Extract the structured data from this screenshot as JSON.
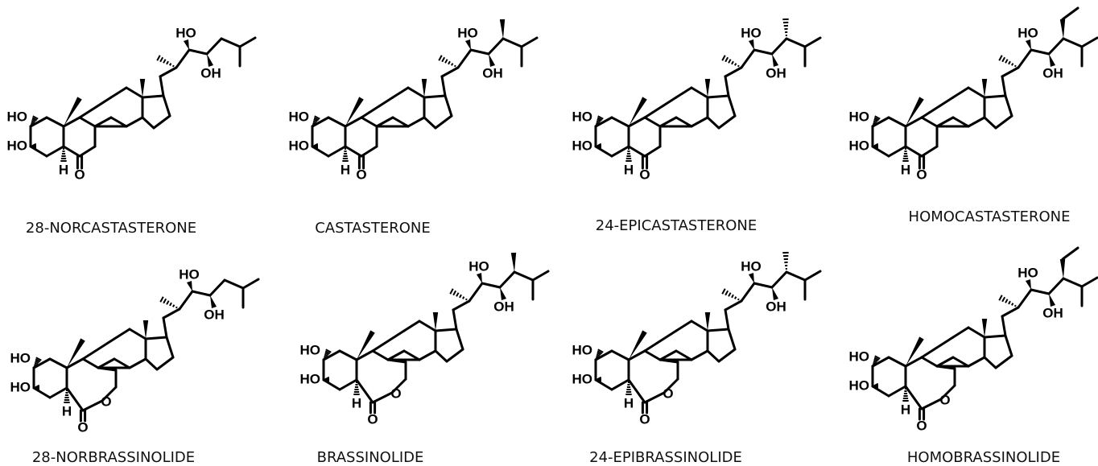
{
  "compounds": [
    {
      "name": "28-NORCASTASTERONE",
      "ring_b": "ketone",
      "side_chain": "nor"
    },
    {
      "name": "CASTASTERONE",
      "ring_b": "ketone",
      "side_chain": "methyl"
    },
    {
      "name": "24-EPICASTASTERONE",
      "ring_b": "ketone",
      "side_chain": "epi"
    },
    {
      "name": "HOMOCASTASTERONE",
      "ring_b": "ketone",
      "side_chain": "ethyl"
    },
    {
      "name": "28-NORBRASSINOLIDE",
      "ring_b": "lactone",
      "side_chain": "nor"
    },
    {
      "name": "BRASSINOLIDE",
      "ring_b": "lactone",
      "side_chain": "methyl"
    },
    {
      "name": "24-EPIBRASSINOLIDE",
      "ring_b": "lactone",
      "side_chain": "epi"
    },
    {
      "name": "HOMOBRASSINOLIDE",
      "ring_b": "lactone",
      "side_chain": "ethyl"
    }
  ],
  "atom_labels": {
    "hydroxyl": "HO",
    "hydroxyl_right": "OH",
    "hydrogen": "H",
    "oxygen": "O"
  },
  "colors": {
    "ink": "#000000",
    "background": "#ffffff"
  }
}
